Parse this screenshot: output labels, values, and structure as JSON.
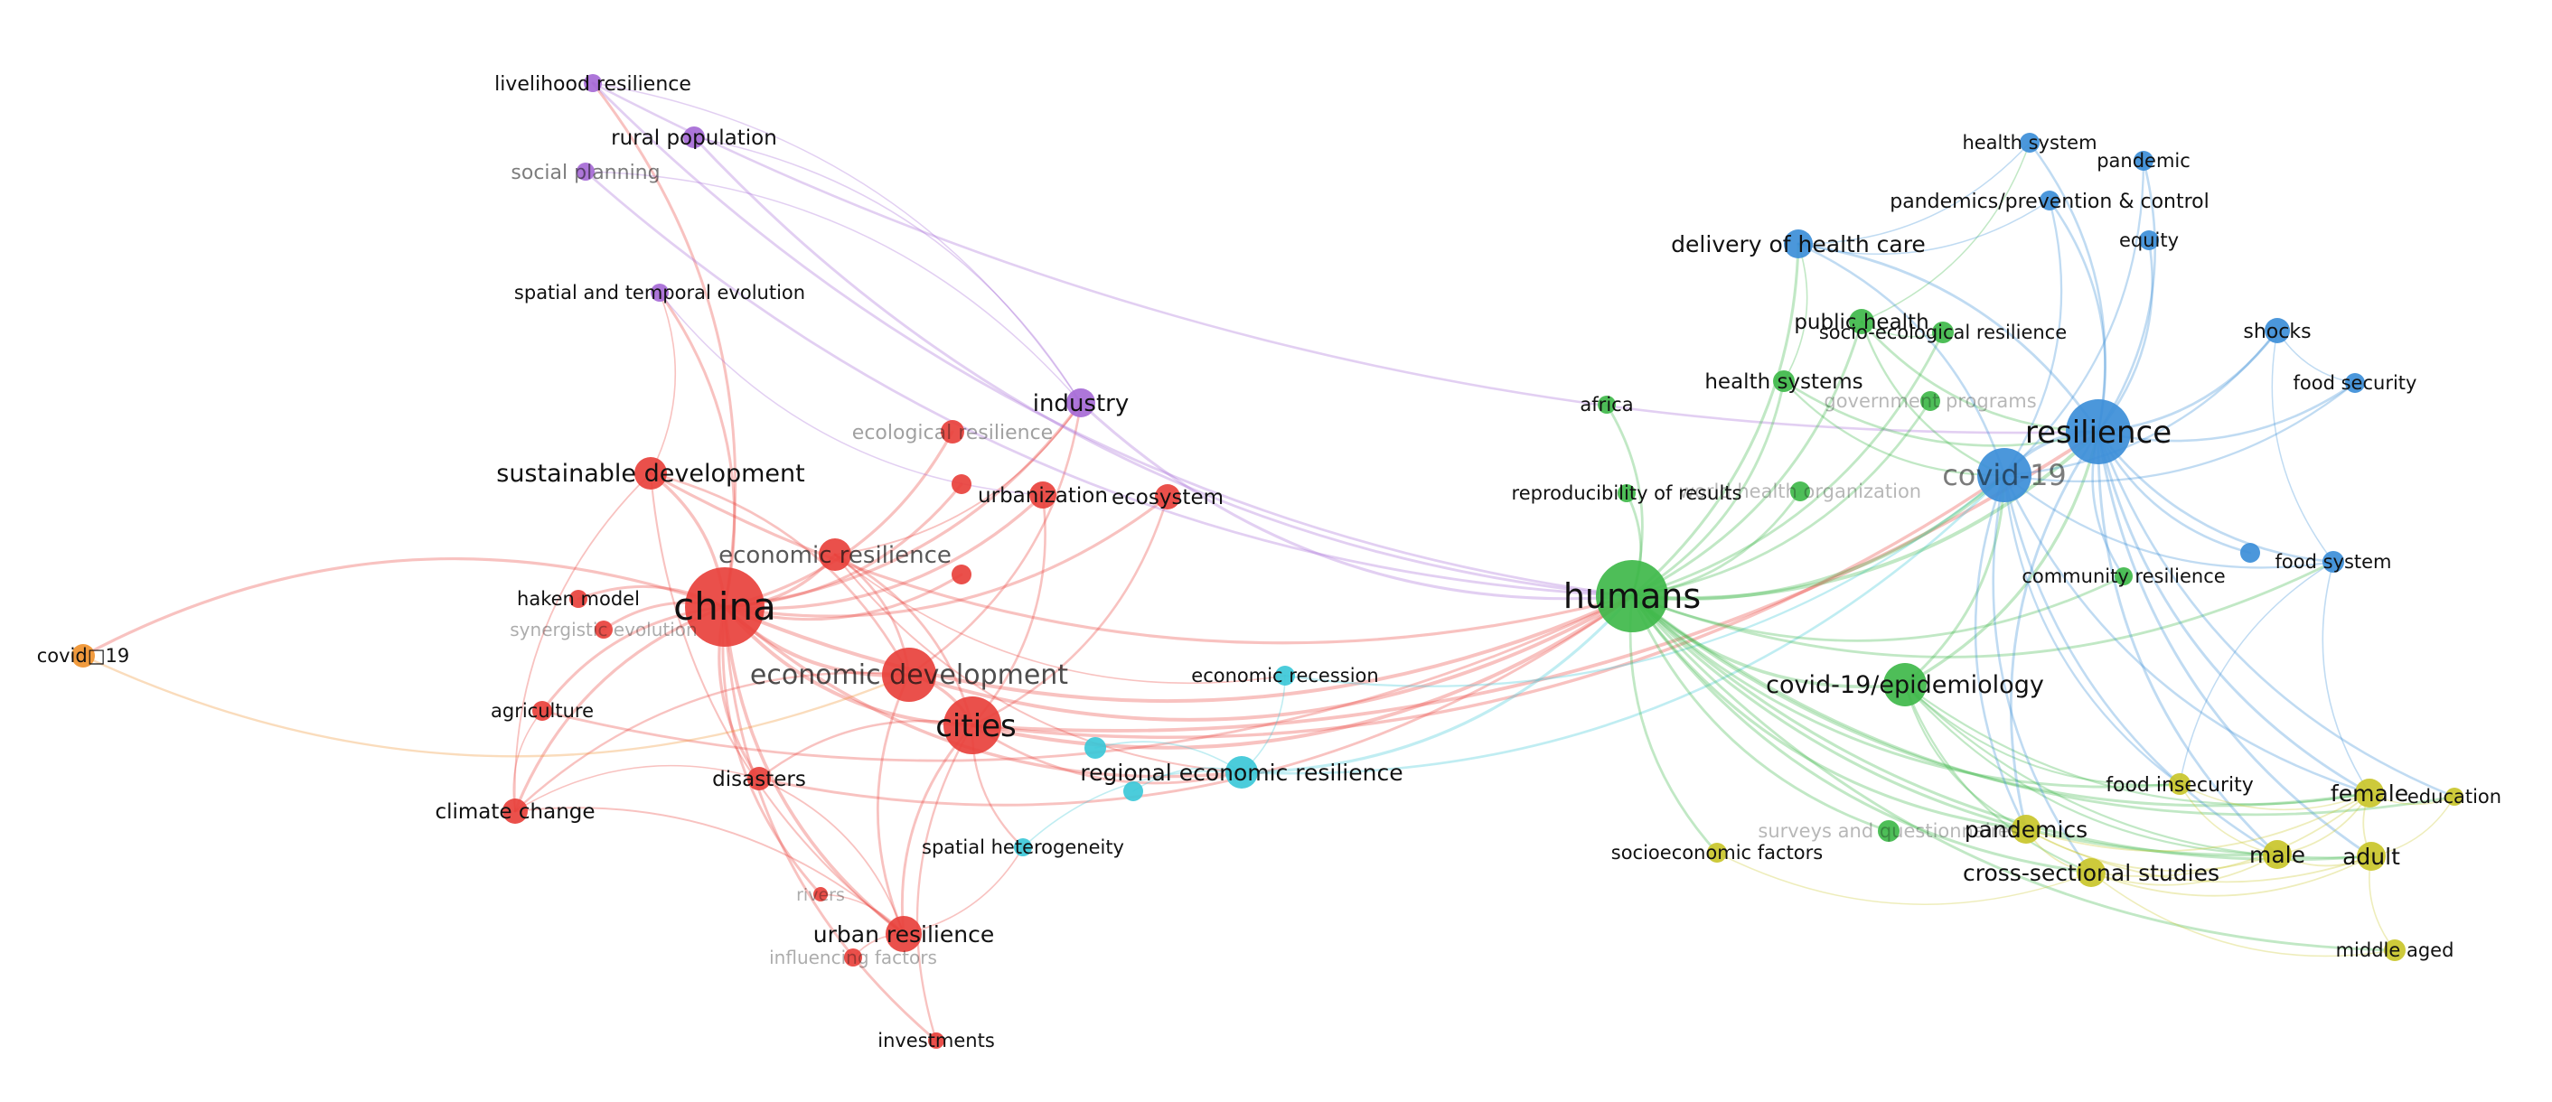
{
  "clusters": {
    "red": "#e8413c",
    "green": "#3fb84a",
    "blue": "#3c8ed8",
    "yellow": "#c9c62a",
    "purple": "#a66ad6",
    "cyan": "#3cc8d8",
    "orange": "#f0922e"
  },
  "nodes": [
    {
      "id": "china",
      "label": "china",
      "cluster": "red"
    },
    {
      "id": "cities",
      "label": "cities",
      "cluster": "red"
    },
    {
      "id": "economic-development",
      "label": "economic development",
      "cluster": "red"
    },
    {
      "id": "economic-resilience",
      "label": "economic resilience",
      "cluster": "red"
    },
    {
      "id": "sustainable-development",
      "label": "sustainable development",
      "cluster": "red"
    },
    {
      "id": "urban-resilience",
      "label": "urban resilience",
      "cluster": "red"
    },
    {
      "id": "haken-model",
      "label": "haken model",
      "cluster": "red"
    },
    {
      "id": "synergistic-evolution",
      "label": "synergistic evolution",
      "cluster": "red"
    },
    {
      "id": "agriculture",
      "label": "agriculture",
      "cluster": "red"
    },
    {
      "id": "climate-change",
      "label": "climate change",
      "cluster": "red"
    },
    {
      "id": "disasters",
      "label": "disasters",
      "cluster": "red"
    },
    {
      "id": "rivers",
      "label": "rivers",
      "cluster": "red"
    },
    {
      "id": "influencing-factors",
      "label": "influencing factors",
      "cluster": "red"
    },
    {
      "id": "investments",
      "label": "investments",
      "cluster": "red"
    },
    {
      "id": "ecological-resilience",
      "label": "ecological resilience",
      "cluster": "red"
    },
    {
      "id": "urbanization",
      "label": "urbanization",
      "cluster": "red"
    },
    {
      "id": "ecosystem",
      "label": "ecosystem",
      "cluster": "red"
    },
    {
      "id": "red-hub-1",
      "label": "",
      "cluster": "red"
    },
    {
      "id": "red-hub-2",
      "label": "",
      "cluster": "red"
    },
    {
      "id": "industry",
      "label": "industry",
      "cluster": "purple"
    },
    {
      "id": "livelihood-resilience",
      "label": "livelihood resilience",
      "cluster": "purple"
    },
    {
      "id": "rural-population",
      "label": "rural population",
      "cluster": "purple"
    },
    {
      "id": "social-planning",
      "label": "social planning",
      "cluster": "purple"
    },
    {
      "id": "spatial-temporal-evolution",
      "label": "spatial and temporal evolution",
      "cluster": "purple"
    },
    {
      "id": "covid19-orange",
      "label": "covid□19",
      "cluster": "orange"
    },
    {
      "id": "regional-economic-resilience",
      "label": "regional economic resilience",
      "cluster": "cyan"
    },
    {
      "id": "economic-recession",
      "label": "economic recession",
      "cluster": "cyan"
    },
    {
      "id": "spatial-heterogeneity",
      "label": "spatial heterogeneity",
      "cluster": "cyan"
    },
    {
      "id": "cyan-hub-1",
      "label": "",
      "cluster": "cyan"
    },
    {
      "id": "cyan-hub-2",
      "label": "",
      "cluster": "cyan"
    },
    {
      "id": "humans",
      "label": "humans",
      "cluster": "green"
    },
    {
      "id": "covid-19-epidemiology",
      "label": "covid-19/epidemiology",
      "cluster": "green"
    },
    {
      "id": "public-health",
      "label": "public health",
      "cluster": "green"
    },
    {
      "id": "health-systems",
      "label": "health systems",
      "cluster": "green"
    },
    {
      "id": "africa",
      "label": "africa",
      "cluster": "green"
    },
    {
      "id": "reproducibility-of-results",
      "label": "reproducibility of results",
      "cluster": "green"
    },
    {
      "id": "socio-ecological-resilience",
      "label": "socio-ecological resilience",
      "cluster": "green"
    },
    {
      "id": "government-programs",
      "label": "government programs",
      "cluster": "green"
    },
    {
      "id": "world-health-organization",
      "label": "world health organization",
      "cluster": "green"
    },
    {
      "id": "community-resilience",
      "label": "community resilience",
      "cluster": "green"
    },
    {
      "id": "surveys-and-questionnaires",
      "label": "surveys and questionnaires",
      "cluster": "green"
    },
    {
      "id": "resilience",
      "label": "resilience",
      "cluster": "blue"
    },
    {
      "id": "covid-19",
      "label": "covid-19",
      "cluster": "blue"
    },
    {
      "id": "delivery-of-health-care",
      "label": "delivery of health care",
      "cluster": "blue"
    },
    {
      "id": "health-system",
      "label": "health system",
      "cluster": "blue"
    },
    {
      "id": "pandemic",
      "label": "pandemic",
      "cluster": "blue"
    },
    {
      "id": "pandemics-prevention-control",
      "label": "pandemics/prevention & control",
      "cluster": "blue"
    },
    {
      "id": "equity",
      "label": "equity",
      "cluster": "blue"
    },
    {
      "id": "shocks",
      "label": "shocks",
      "cluster": "blue"
    },
    {
      "id": "food-security",
      "label": "food security",
      "cluster": "blue"
    },
    {
      "id": "food-system",
      "label": "food system",
      "cluster": "blue"
    },
    {
      "id": "blue-hub-1",
      "label": "",
      "cluster": "blue"
    },
    {
      "id": "pandemics",
      "label": "pandemics",
      "cluster": "yellow"
    },
    {
      "id": "cross-sectional-studies",
      "label": "cross-sectional studies",
      "cluster": "yellow"
    },
    {
      "id": "male",
      "label": "male",
      "cluster": "yellow"
    },
    {
      "id": "female",
      "label": "female",
      "cluster": "yellow"
    },
    {
      "id": "adult",
      "label": "adult",
      "cluster": "yellow"
    },
    {
      "id": "education",
      "label": "education",
      "cluster": "yellow"
    },
    {
      "id": "middle-aged",
      "label": "middle aged",
      "cluster": "yellow"
    },
    {
      "id": "food-insecurity",
      "label": "food insecurity",
      "cluster": "yellow"
    },
    {
      "id": "socioeconomic-factors",
      "label": "socioeconomic factors",
      "cluster": "yellow"
    }
  ],
  "edges": [
    [
      "china",
      "cities"
    ],
    [
      "china",
      "economic-development"
    ],
    [
      "china",
      "economic-resilience"
    ],
    [
      "china",
      "sustainable-development"
    ],
    [
      "china",
      "urban-resilience"
    ],
    [
      "china",
      "haken-model"
    ],
    [
      "china",
      "synergistic-evolution"
    ],
    [
      "china",
      "agriculture"
    ],
    [
      "china",
      "climate-change"
    ],
    [
      "china",
      "disasters"
    ],
    [
      "china",
      "ecological-resilience"
    ],
    [
      "china",
      "urbanization"
    ],
    [
      "china",
      "ecosystem"
    ],
    [
      "china",
      "industry"
    ],
    [
      "china",
      "humans"
    ],
    [
      "china",
      "regional-economic-resilience"
    ],
    [
      "china",
      "covid19-orange"
    ],
    [
      "china",
      "red-hub-1"
    ],
    [
      "china",
      "red-hub-2"
    ],
    [
      "china",
      "spatial-temporal-evolution"
    ],
    [
      "china",
      "livelihood-resilience"
    ],
    [
      "china",
      "investments"
    ],
    [
      "china",
      "rivers"
    ],
    [
      "cities",
      "economic-development"
    ],
    [
      "cities",
      "economic-resilience"
    ],
    [
      "cities",
      "urban-resilience"
    ],
    [
      "cities",
      "humans"
    ],
    [
      "cities",
      "regional-economic-resilience"
    ],
    [
      "cities",
      "ecosystem"
    ],
    [
      "cities",
      "urbanization"
    ],
    [
      "cities",
      "disasters"
    ],
    [
      "cities",
      "spatial-heterogeneity"
    ],
    [
      "cities",
      "resilience"
    ],
    [
      "cities",
      "covid-19"
    ],
    [
      "cities",
      "investments"
    ],
    [
      "economic-development",
      "economic-resilience"
    ],
    [
      "economic-development",
      "urban-resilience"
    ],
    [
      "economic-development",
      "humans"
    ],
    [
      "economic-development",
      "sustainable-development"
    ],
    [
      "economic-development",
      "climate-change"
    ],
    [
      "economic-development",
      "industry"
    ],
    [
      "economic-resilience",
      "regional-economic-resilience"
    ],
    [
      "economic-resilience",
      "industry"
    ],
    [
      "economic-resilience",
      "economic-recession"
    ],
    [
      "sustainable-development",
      "urban-resilience"
    ],
    [
      "sustainable-development",
      "humans"
    ],
    [
      "sustainable-development",
      "spatial-temporal-evolution"
    ],
    [
      "sustainable-development",
      "climate-change"
    ],
    [
      "urban-resilience",
      "climate-change"
    ],
    [
      "urban-resilience",
      "disasters"
    ],
    [
      "urban-resilience",
      "rivers"
    ],
    [
      "urban-resilience",
      "influencing-factors"
    ],
    [
      "urban-resilience",
      "spatial-heterogeneity"
    ],
    [
      "agriculture",
      "climate-change"
    ],
    [
      "agriculture",
      "humans"
    ],
    [
      "disasters",
      "climate-change"
    ],
    [
      "disasters",
      "humans"
    ],
    [
      "covid19-orange",
      "economic-development"
    ],
    [
      "industry",
      "humans"
    ],
    [
      "industry",
      "livelihood-resilience"
    ],
    [
      "industry",
      "rural-population"
    ],
    [
      "industry",
      "social-planning"
    ],
    [
      "livelihood-resilience",
      "humans"
    ],
    [
      "livelihood-resilience",
      "resilience"
    ],
    [
      "rural-population",
      "humans"
    ],
    [
      "social-planning",
      "humans"
    ],
    [
      "spatial-temporal-evolution",
      "urbanization"
    ],
    [
      "regional-economic-resilience",
      "humans"
    ],
    [
      "regional-economic-resilience",
      "covid-19"
    ],
    [
      "regional-economic-resilience",
      "economic-recession"
    ],
    [
      "regional-economic-resilience",
      "spatial-heterogeneity"
    ],
    [
      "regional-economic-resilience",
      "cyan-hub-1"
    ],
    [
      "regional-economic-resilience",
      "cyan-hub-2"
    ],
    [
      "economic-recession",
      "covid-19"
    ],
    [
      "humans",
      "covid-19-epidemiology"
    ],
    [
      "humans",
      "public-health"
    ],
    [
      "humans",
      "health-systems"
    ],
    [
      "humans",
      "africa"
    ],
    [
      "humans",
      "reproducibility-of-results"
    ],
    [
      "humans",
      "socio-ecological-resilience"
    ],
    [
      "humans",
      "government-programs"
    ],
    [
      "humans",
      "world-health-organization"
    ],
    [
      "humans",
      "community-resilience"
    ],
    [
      "humans",
      "surveys-and-questionnaires"
    ],
    [
      "humans",
      "resilience"
    ],
    [
      "humans",
      "covid-19"
    ],
    [
      "humans",
      "delivery-of-health-care"
    ],
    [
      "humans",
      "pandemics"
    ],
    [
      "humans",
      "cross-sectional-studies"
    ],
    [
      "humans",
      "male"
    ],
    [
      "humans",
      "female"
    ],
    [
      "humans",
      "adult"
    ],
    [
      "humans",
      "middle-aged"
    ],
    [
      "humans",
      "food-insecurity"
    ],
    [
      "humans",
      "socioeconomic-factors"
    ],
    [
      "humans",
      "food-system"
    ],
    [
      "humans",
      "education"
    ],
    [
      "covid-19-epidemiology",
      "covid-19"
    ],
    [
      "covid-19-epidemiology",
      "pandemics"
    ],
    [
      "covid-19-epidemiology",
      "cross-sectional-studies"
    ],
    [
      "covid-19-epidemiology",
      "male"
    ],
    [
      "covid-19-epidemiology",
      "female"
    ],
    [
      "covid-19-epidemiology",
      "adult"
    ],
    [
      "covid-19-epidemiology",
      "resilience"
    ],
    [
      "covid-19-epidemiology",
      "food-insecurity"
    ],
    [
      "public-health",
      "resilience"
    ],
    [
      "public-health",
      "covid-19"
    ],
    [
      "public-health",
      "health-system"
    ],
    [
      "public-health",
      "socio-ecological-resilience"
    ],
    [
      "health-systems",
      "delivery-of-health-care"
    ],
    [
      "health-systems",
      "resilience"
    ],
    [
      "health-systems",
      "covid-19"
    ],
    [
      "resilience",
      "covid-19"
    ],
    [
      "resilience",
      "delivery-of-health-care"
    ],
    [
      "resilience",
      "health-system"
    ],
    [
      "resilience",
      "pandemic"
    ],
    [
      "resilience",
      "pandemics-prevention-control"
    ],
    [
      "resilience",
      "equity"
    ],
    [
      "resilience",
      "shocks"
    ],
    [
      "resilience",
      "food-security"
    ],
    [
      "resilience",
      "food-system"
    ],
    [
      "resilience",
      "blue-hub-1"
    ],
    [
      "resilience",
      "community-resilience"
    ],
    [
      "resilience",
      "pandemics"
    ],
    [
      "resilience",
      "male"
    ],
    [
      "resilience",
      "female"
    ],
    [
      "resilience",
      "adult"
    ],
    [
      "resilience",
      "education"
    ],
    [
      "covid-19",
      "delivery-of-health-care"
    ],
    [
      "covid-19",
      "pandemic"
    ],
    [
      "covid-19",
      "pandemics-prevention-control"
    ],
    [
      "covid-19",
      "food-security"
    ],
    [
      "covid-19",
      "food-system"
    ],
    [
      "covid-19",
      "pandemics"
    ],
    [
      "covid-19",
      "cross-sectional-studies"
    ],
    [
      "covid-19",
      "food-insecurity"
    ],
    [
      "covid-19",
      "shocks"
    ],
    [
      "covid-19",
      "male"
    ],
    [
      "covid-19",
      "female"
    ],
    [
      "delivery-of-health-care",
      "health-system"
    ],
    [
      "delivery-of-health-care",
      "pandemics-prevention-control"
    ],
    [
      "shocks",
      "food-security"
    ],
    [
      "shocks",
      "food-system"
    ],
    [
      "food-system",
      "food-insecurity"
    ],
    [
      "food-system",
      "female"
    ],
    [
      "pandemics",
      "cross-sectional-studies"
    ],
    [
      "pandemics",
      "male"
    ],
    [
      "pandemics",
      "female"
    ],
    [
      "pandemics",
      "adult"
    ],
    [
      "cross-sectional-studies",
      "male"
    ],
    [
      "cross-sectional-studies",
      "female"
    ],
    [
      "cross-sectional-studies",
      "adult"
    ],
    [
      "cross-sectional-studies",
      "middle-aged"
    ],
    [
      "male",
      "female"
    ],
    [
      "male",
      "adult"
    ],
    [
      "female",
      "adult"
    ],
    [
      "adult",
      "middle-aged"
    ],
    [
      "female",
      "education"
    ],
    [
      "adult",
      "education"
    ],
    [
      "socioeconomic-factors",
      "cross-sectional-studies"
    ],
    [
      "food-insecurity",
      "female"
    ],
    [
      "food-insecurity",
      "male"
    ]
  ]
}
